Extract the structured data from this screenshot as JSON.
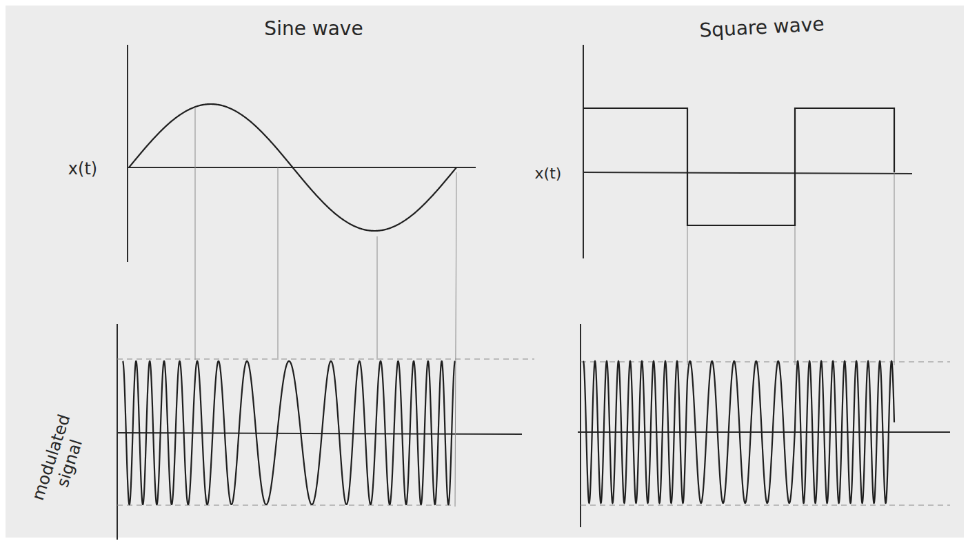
{
  "diagram": {
    "labels": [
      "Sine wave",
      "Square wave",
      "x(t)",
      "x(t)",
      "modulated signal"
    ]
  }
}
